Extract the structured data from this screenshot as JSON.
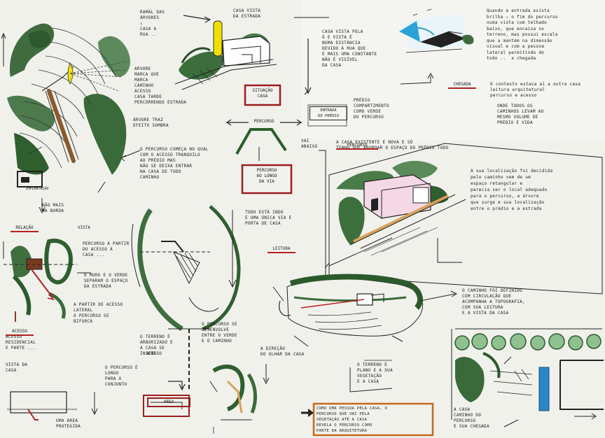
{
  "sheet": {
    "notes": {
      "top_left_site": "RAMAL DAS\nÁRVORES\n↓\nCASA A\nRUA ..",
      "car_note": "ARVORE\nMARCA QUE\nMARCA\nCAMINHO\nACESSO\nCASA TARDE\nPERCORRENDO ESTRADA",
      "tree_note": "ÁRVORE TRAZ\nEFEITO SOMBRA",
      "top_mid_note": "CASA VISTA\nDA ESTRADA",
      "mid_top_note": "CASA VISTA PELA\nÓ E VISTA É\nNUMA DISTÂNCIA\nDEVIDO À RUA QUE\nÉ MAIS UMA CONSTANTE\nNÃO É VISÍVEL\nDA CASA",
      "mid_top_note2": "PRÉDIO\nCOMPARTIMENTO\nCOMO VERDE\nDO PERCURSO",
      "top_right_note": "Quando a entrada existe\nbrilha — o fim do percurso\nnuma vista com telhado\nbaixo, que encaixa no\nterreno, mas possui escala\nque a mantém na dimensão\nvisual e com a pessoa\nlateral permitindo do\ntodo ..  a chegada",
      "right_note_2": "O contexto estava aí a outra casa\nleitura arquitetural\npercurso e acesso",
      "right_note_3": "ONDE TODOS OS\nCAMINHOS LEVAM AO\nMESMO VOLUME DE\nPRÉDIO E VIDA",
      "left_mid_note": "O PERCURSO COMEÇA NO QUAL\nCOM O ACESSO TRANQUILO\nAO PRÉDIO MAS\nNÃO SE DEIXA ENTRAR\nNA CASA DE TODO\nCAMINHO",
      "left_mid_note2": "NÃO MAIS\nNA BORDA",
      "mid_center_note": "VAI\nABAIXO",
      "mid_center_note2": "TUDO ESTÁ INDO\nÉ UMA ÚNICA VIA E\nPORTA DE CASA",
      "mid_right_note": "A CASA EXISTENTE É NOVA E SÓ\nTENHO QUE ABORDAR O ESPAÇO DO PRÉDIO TODO",
      "right_mid_note": "A sua localização foi decidida\npelo caminho vem de um\nespaço retangular e\nparecia ser o local adequado\npara o percurso, a árvore\nque surge e sua localização\nentre o prédio e a estrada",
      "bottom_right_note": "O CAMINHO FOI DEFINIDO\nCOM CIRCULAÇÃO QUE\nACOMPANHA A TOPOGRAFIA,\nCOM SUA LEITURA\nE A VISTA DA CASA",
      "bottom_right_note2": "O TERRENO É\nPLANO E A SUA\nVEGETAÇÃO\nE A CASA",
      "left_low_note": "PERCURSO A PARTIR\nDO ACESSO À\nCASA ...",
      "left_low_note2": "O MURO E O VERDE\nSEPARAM O ESPAÇO\nDA ESTRADA",
      "left_low_note3": "A PARTIR DE ACESSO\nLATERAL\nO PERCURSO SE\nBIFURCA",
      "bottom_left_note": "ACESSO\nRESIDENCIAL\nE PARTE ...",
      "bottom_left_note2": "VISTA DA\nCASA",
      "bottom_mid_note": "O PERCURSO É\nLONGO\nPARA O\nCONJUNTO",
      "bottom_mid_note2": "UMA AREA\nPROTEGIDA",
      "bottom_center_note": "O PERCURSO SE\nDESENVOLVE\nENTRE O VERDE\nE O CAMINHO",
      "bottom_center_note2": "A DIREÇÃO\nDO OLHAR DA CASA",
      "bottom_orange_box": "COMO UMA PESSOA PELA CASA, O\nPERCURSO QUE VAI PELA\nVEGETAÇÃO ATÉ A CASA\nREVELA O PERCURSO COMO\nPARTE DA ARQUITETURA",
      "bottom_right_small": "A CASA\nCAMINHO DO\nPERCURSO\nE SUA CHEGADA",
      "center_bottom_note": "O TERRENO É\nARBORIZADO E\nA CASA SE\nINSERE"
    },
    "labels": {
      "box_1": "SITUAÇÃO\nCASA",
      "box_2": "IMPLANTAÇÃO",
      "box_3": "PERCURSO",
      "box_4": "CHEGADA",
      "box_5": "PERCURSO\nAO LONGO\nDA VIA",
      "box_6": "AREA",
      "box_7": "ACESSO",
      "box_8": "ENTRADA\nDO PRÉDIO",
      "tag_percurso": "PERCURSO",
      "tag_leitura": "LEITURA",
      "tag_acesso": "ACESSO",
      "tag_vista": "VISTA",
      "tag_relacao": "RELAÇÃO"
    }
  }
}
